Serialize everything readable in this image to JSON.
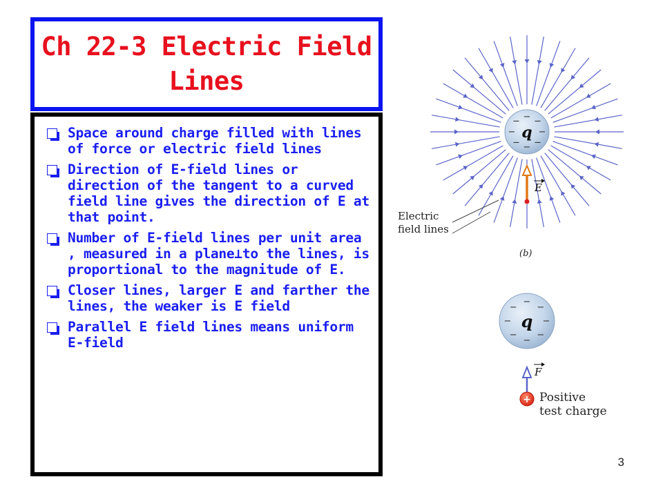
{
  "title": "Ch 22-3 Electric Field\nLines",
  "bullets": [
    "Space around charge filled with lines of force or electric field lines",
    "Direction of E-field lines or direction of the tangent to a curved field line gives the direction of E at that point.",
    " Number of E-field lines per unit area , measured in a plane⊥to the lines, is proportional to the magnitude of E.",
    "Closer lines, larger E and farther the lines, the weaker is E field",
    "Parallel E field lines means uniform E-field"
  ],
  "figure": {
    "charge_label": "q",
    "field_vector_label": "E",
    "force_vector_label": "F",
    "field_lines_label": "Electric\nfield lines",
    "panel_label": "(b)",
    "test_charge_sign": "+",
    "test_charge_label": "Positive\ntest charge",
    "charge_signs": "−"
  },
  "colors": {
    "title_border": "#0a14f0",
    "title_text": "#e8101e",
    "bullet_text": "#1a1ef0",
    "field_line": "#5a64c8",
    "vector": "#e07818",
    "test_charge": "#e83020"
  },
  "page_number": "3"
}
